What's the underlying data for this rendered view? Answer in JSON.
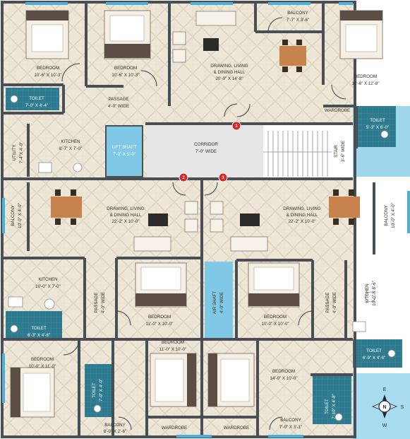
{
  "colors": {
    "wall": "#4a4f55",
    "floor": "#ede6d6",
    "corridor": "#e4e6e8",
    "wet_floor": "#2f7a8e",
    "shaft": "#7fc8e6",
    "bed_fabric": "#5d4e45",
    "table": "#c8824b",
    "marker": "#d8262b"
  },
  "rooms": {
    "bedroom_tl": {
      "name": "BEDROOM",
      "size": "10'-6\" X 10'-3\""
    },
    "bedroom_tc": {
      "name": "BEDROOM",
      "size": "10'-6\" X 10'-3\""
    },
    "drawing_top": {
      "l1": "DRAWING, LIVING",
      "l2": "& DINING HALL",
      "size": "20'-0\" X 14'-8\""
    },
    "balcony_top": {
      "name": "BALCONY",
      "size": "7'-7\" X 3'-6\""
    },
    "bedroom_tr": {
      "name": "BEDROOM",
      "size": "10'-6\" X 12'-8\""
    },
    "toilet_tl": {
      "name": "TOILET",
      "size": "7'-0\" X 4'-4\""
    },
    "passage_top": {
      "name": "PASSAGE",
      "size": "4'-0\" WIDE"
    },
    "wardrobe_top": {
      "name": "WARDROBE"
    },
    "toilet_tr": {
      "name": "TOILET",
      "size": "5'-3\" X 6'-0\""
    },
    "utility": {
      "l1": "UTILITY",
      "l2": "7'-4\"X 4'-0\""
    },
    "kitchen_top": {
      "name": "KITCHEN",
      "size": "8'-7\" X 7'-0\""
    },
    "lift": {
      "name": "LIFT SHAFT",
      "size": "7'-0\" X 5'-0\""
    },
    "corridor": {
      "name": "CORRIDOR",
      "size": "7'-0\" WIDE"
    },
    "stair": {
      "name": "STAIR",
      "size": "3'-6\" WIDE"
    },
    "balcony_ml": {
      "name": "BALCONY",
      "size": "10'-0\" X 4'-0\""
    },
    "drawing_ml": {
      "l1": "DRAWING, LIVING",
      "l2": "& DINING HALL",
      "size": "22'-2\" X 10'-0\""
    },
    "drawing_mr": {
      "l1": "DRAWING, LIVING",
      "l2": "& DINING HALL",
      "size": "22'-2\" X 10'-0\""
    },
    "balcony_mr": {
      "name": "BALCONY",
      "size": "10'-0\" X 4'-0\""
    },
    "kitchen_bl": {
      "name": "KITCHEN",
      "size": "10'-0\" X 7'-0\""
    },
    "passage_bl": {
      "name": "PASSAGE",
      "size": "4'-0\" WIDE"
    },
    "bedroom_bc1": {
      "name": "BEDROOM",
      "size": "11'-0\" X 10'-0\""
    },
    "air_shaft": {
      "name": "AIR SHAFT",
      "size": "4'-0\" WIDE"
    },
    "bedroom_bc2": {
      "name": "BEDROOM",
      "size": "10'-0\" X 10'-0\""
    },
    "passage_br": {
      "name": "PASSAGE",
      "size": "4'-0\" WIDE"
    },
    "kitchen_br": {
      "name": "KITCHEN",
      "size": "10'-0\" X 8'-6\""
    },
    "toilet_bl": {
      "name": "TOILET",
      "size": "6'-3\" X 4'-6\""
    },
    "toilet_br": {
      "name": "TOILET",
      "size": "6'-9\" X 4'-6\""
    },
    "bedroom_bl": {
      "name": "BEDROOM",
      "size": "10'-0\" X 11'-0\""
    },
    "toilet_bc": {
      "name": "TOILET",
      "size": "7'-0\" X 4'-0\""
    },
    "bedroom_bc3": {
      "name": "BEDROOM",
      "size": "11'-0\" X 10'-0\""
    },
    "bedroom_br": {
      "name": "BEDROOM",
      "size": "14'-0\" X 10'-0\""
    },
    "toilet_br2": {
      "name": "TOILET",
      "size": "7'-10\" X 4'-8\""
    },
    "balcony_bl": {
      "name": "BALCONY",
      "size": "8'-0\" X 2'-6\""
    },
    "wardrobe_bl": {
      "name": "WARDROBE"
    },
    "wardrobe_br": {
      "name": "WARDROBE"
    },
    "balcony_br": {
      "name": "BALCONY",
      "size": "7'-0\" X 3'-1\""
    }
  },
  "markers": [
    "1",
    "2",
    "3"
  ],
  "compass": {
    "n": "N",
    "e": "E",
    "s": "S",
    "w": "W"
  }
}
